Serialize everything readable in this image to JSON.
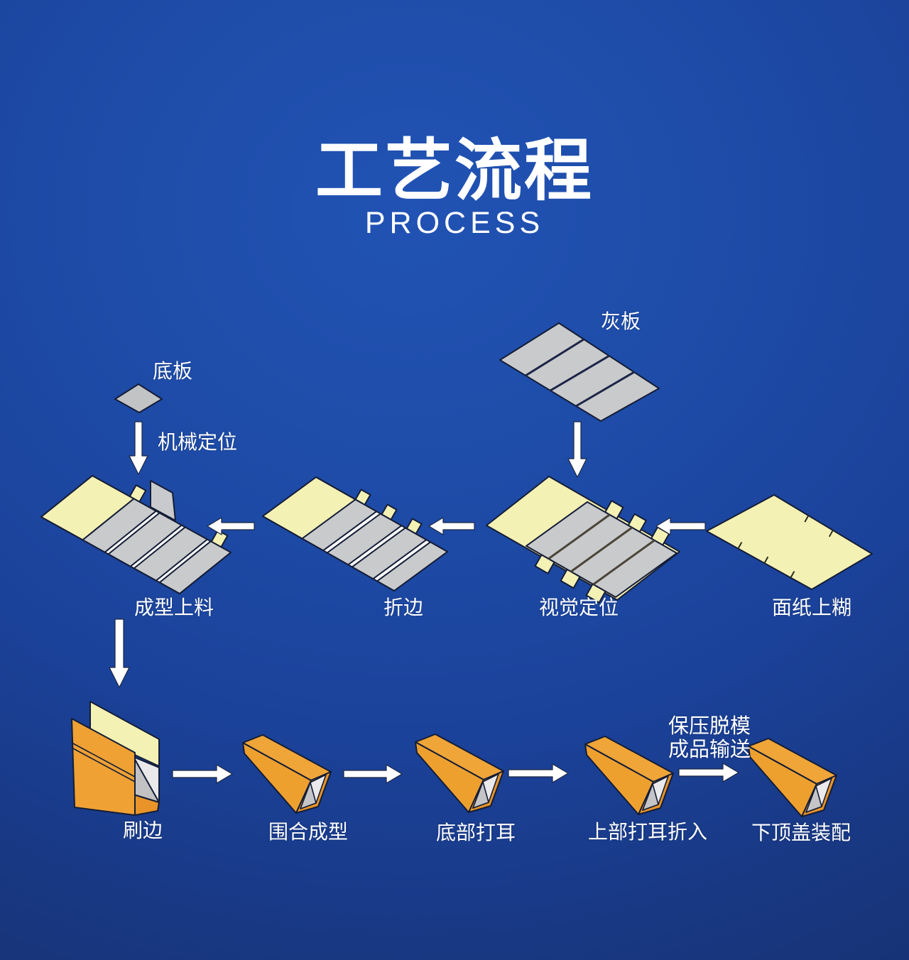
{
  "title": {
    "main": "工艺流程",
    "sub": "PROCESS"
  },
  "materials": {
    "base_board": {
      "label": "底板"
    },
    "grey_board": {
      "label": "灰板"
    }
  },
  "annotations": {
    "mechanical_positioning": "机械定位",
    "demold_line1": "保压脱模",
    "demold_line2": "成品输送"
  },
  "row1_steps": [
    {
      "label": "成型上料"
    },
    {
      "label": "折边"
    },
    {
      "label": "视觉定位"
    },
    {
      "label": "面纸上糊"
    }
  ],
  "row2_steps": [
    {
      "label": "刷边"
    },
    {
      "label": "围合成型"
    },
    {
      "label": "底部打耳"
    },
    {
      "label": "上部打耳折入"
    },
    {
      "label": "下顶盖装配"
    }
  ],
  "colors": {
    "background_top": "#1d4aa5",
    "background_bottom": "#162f6d",
    "board_grey": "#c9cacc",
    "paper_yellow": "#f4f1b4",
    "box_orange": "#efa134",
    "text": "#ffffff"
  }
}
